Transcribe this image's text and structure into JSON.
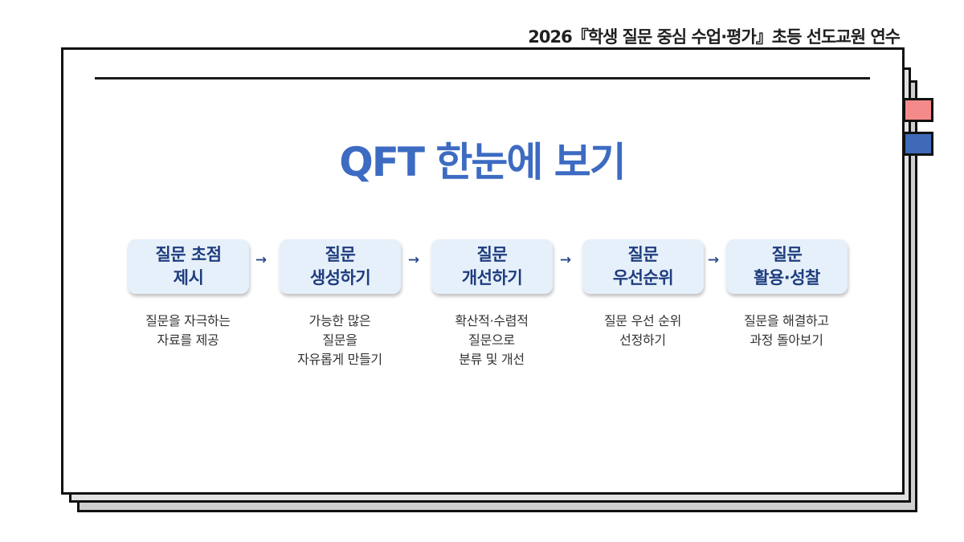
{
  "header": {
    "title": "2026『학생 질문 중심 수업·평가』초등 선도교원 연수"
  },
  "slide": {
    "title": "QFT 한눈에 보기",
    "steps": [
      {
        "label": "질문 초점\n제시",
        "description": "질문을 자극하는\n자료를 제공"
      },
      {
        "label": "질문\n생성하기",
        "description": "가능한 많은\n질문을\n자유롭게 만들기"
      },
      {
        "label": "질문\n개선하기",
        "description": "확산적·수렴적\n질문으로\n분류 및 개선"
      },
      {
        "label": "질문\n우선순위",
        "description": "질문 우선 순위\n선정하기"
      },
      {
        "label": "질문\n활용·성찰",
        "description": "질문을 해결하고\n과정 돌아보기"
      }
    ],
    "arrow": "→"
  },
  "colors": {
    "title": "#3d6bc2",
    "step_bg": "#e6f0fa",
    "step_text": "#1e3c7e",
    "tab_red": "#f48a8a",
    "tab_blue": "#3e6ab7"
  }
}
